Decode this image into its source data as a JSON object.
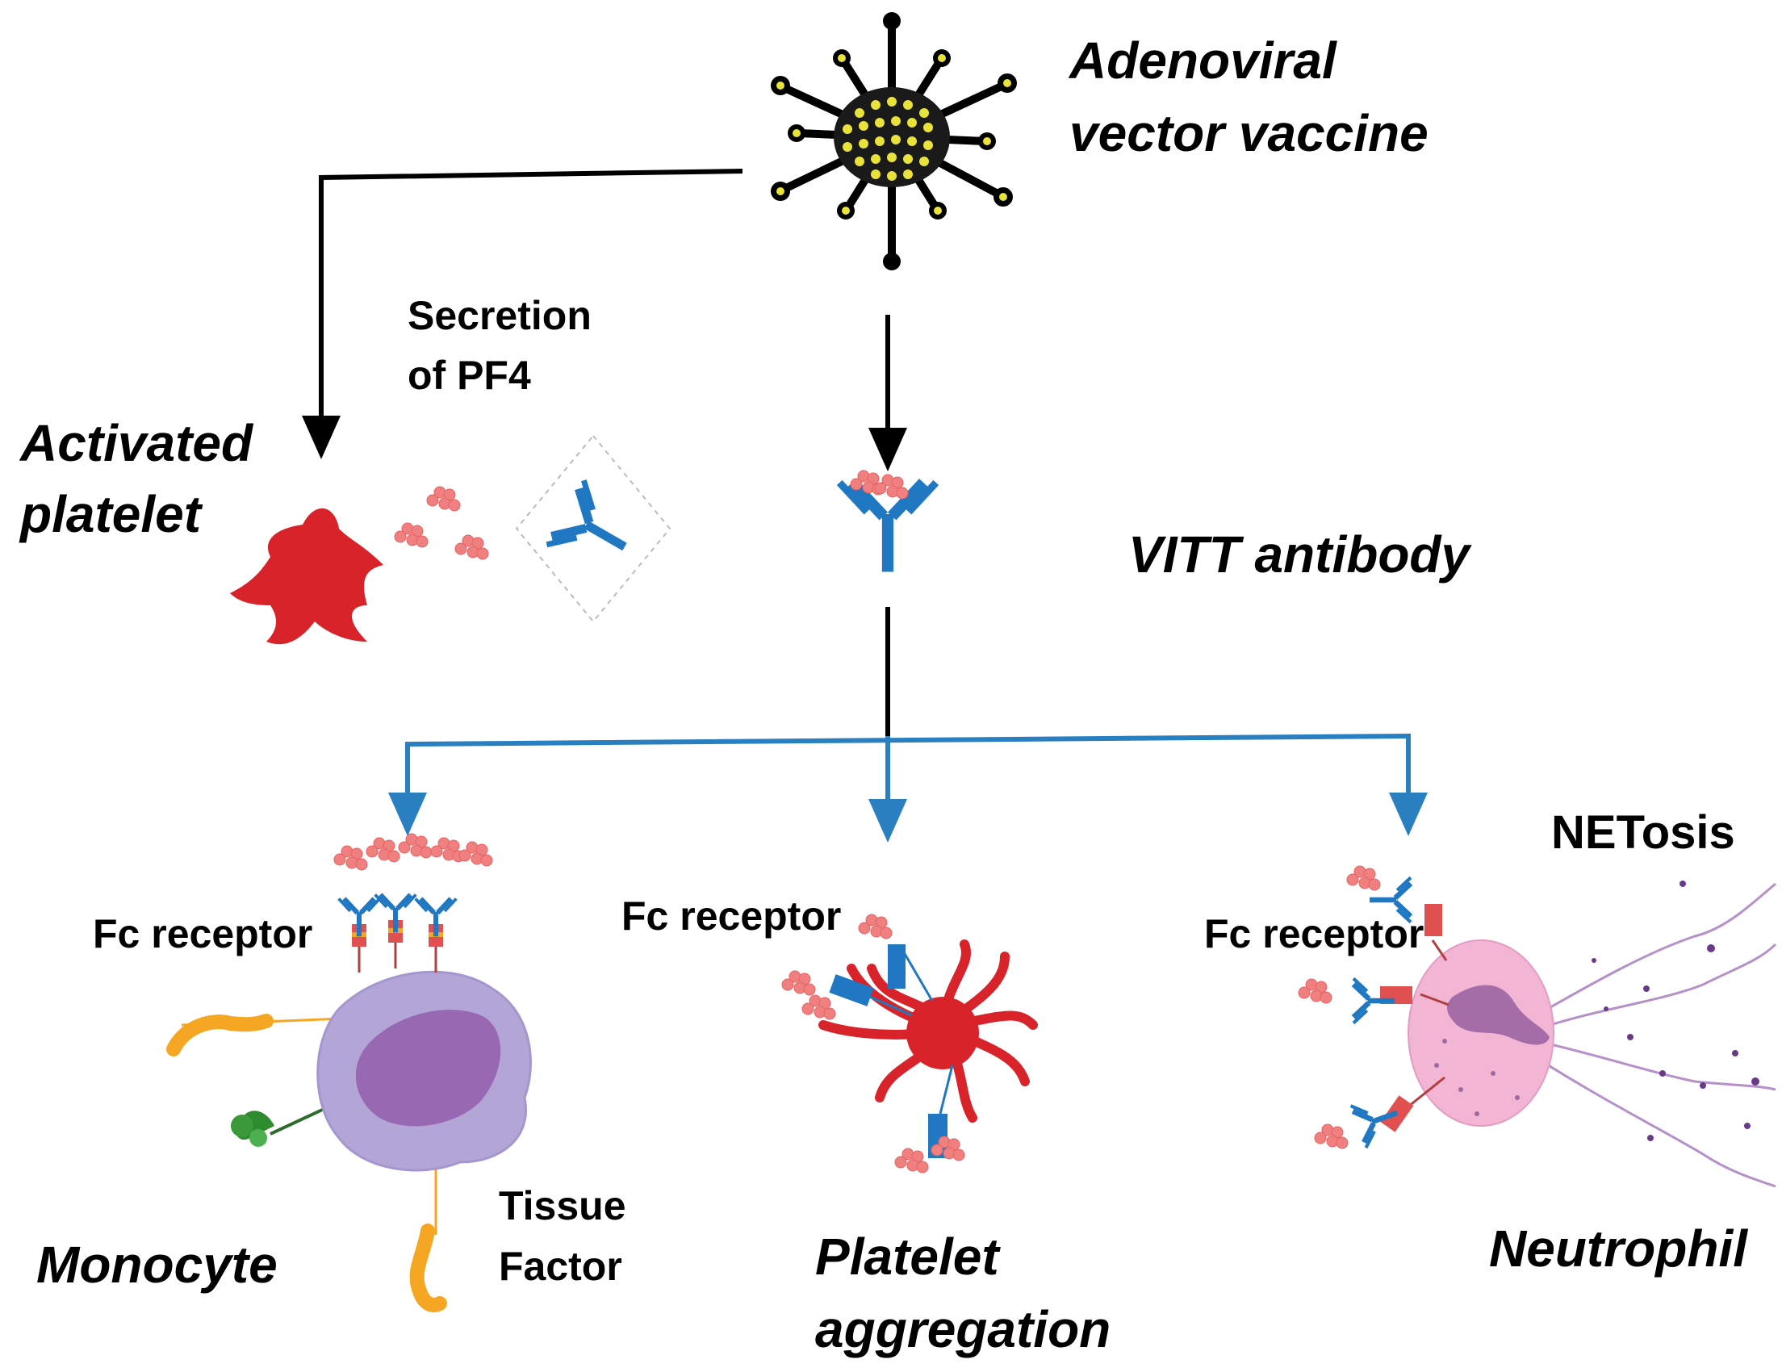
{
  "labels": {
    "vaccine_line1": "Adenoviral",
    "vaccine_line2": "vector vaccine",
    "secretion_line1": "Secretion",
    "secretion_line2": "of PF4",
    "activated_line1": "Activated",
    "activated_line2": "platelet",
    "vitt_antibody": "VITT antibody",
    "netosis": "NETosis",
    "fc_receptor_monocyte": "Fc receptor",
    "fc_receptor_platelet": "Fc receptor",
    "fc_receptor_neutrophil": "Fc receptor",
    "tissue_line1": "Tissue",
    "tissue_line2": "Factor",
    "monocyte": "Monocyte",
    "platelet_agg_line1": "Platelet",
    "platelet_agg_line2": "aggregation",
    "neutrophil": "Neutrophil"
  },
  "icons": {
    "virus": "adenovirus-icon",
    "antibody": "antibody-icon",
    "platelet": "platelet-icon",
    "pf4": "pf4-molecule-icon",
    "monocyte": "monocyte-cell-icon",
    "neutrophil": "neutrophil-cell-icon",
    "net": "neutrophil-extracellular-trap-icon"
  },
  "colors": {
    "arrow_black": "#000000",
    "arrow_blue": "#2a7fc1",
    "platelet_red": "#d9232a",
    "pf4_pink": "#f08080",
    "antibody_blue": "#1f78c1",
    "monocyte_lilac": "#b3a5d6",
    "monocyte_nucleus": "#9868b3",
    "neutrophil_pink": "#f2b5d4",
    "virus_yellow": "#e8e23a",
    "tissue_factor_orange": "#f5a623",
    "receptor_red": "#e05050"
  }
}
